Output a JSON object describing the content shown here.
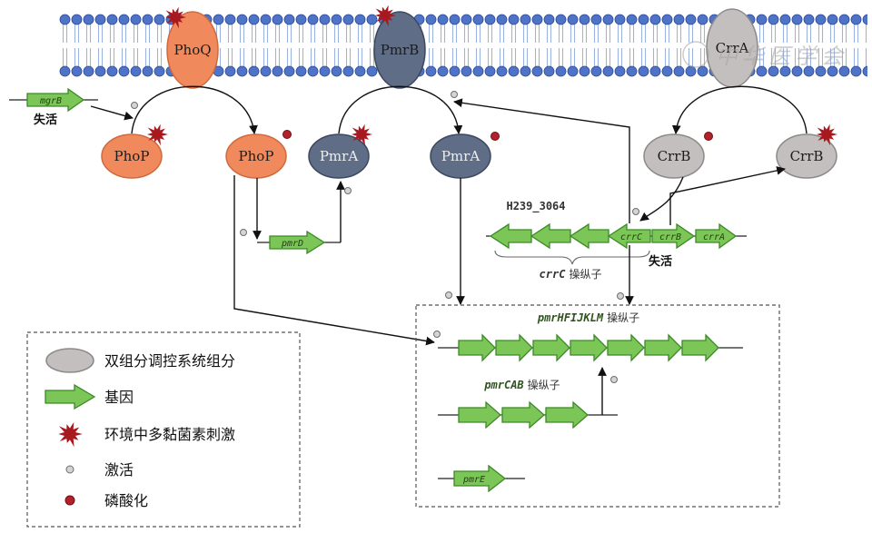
{
  "membrane": {
    "proteins": {
      "phoq": "PhoQ",
      "pmrb": "PmrB",
      "crra": "CrrA"
    }
  },
  "cytoplasm": {
    "phop": "PhoP",
    "pmra": "PmrA",
    "crrb": "CrrB"
  },
  "genes": {
    "mgrb": "mgrB",
    "pmrd": "pmrD",
    "crrc": "crrC",
    "crrb": "crrB",
    "crra": "crrA",
    "pmre": "pmrE"
  },
  "labels": {
    "inactivated": "失活",
    "locus": "H239_3064",
    "operon_word": "操纵子",
    "crrc_operon": "crrC",
    "pmrh_operon": "pmrHFIJKLM",
    "pmrc_operon": "pmrCAB"
  },
  "legend": [
    {
      "icon": "tcs-component-ellipse",
      "label": "双组分调控系统组分"
    },
    {
      "icon": "gene-arrow",
      "label": "基因"
    },
    {
      "icon": "polymyxin-burst",
      "label": "环境中多黏菌素刺激"
    },
    {
      "icon": "activation-dot",
      "label": "激活"
    },
    {
      "icon": "phosphorylation-dot",
      "label": "磷酸化"
    }
  ],
  "watermark": "中华医学会",
  "colors": {
    "phoq": "#f08a5c",
    "phoq_stroke": "#cf6a3f",
    "pmr": "#5f6d86",
    "pmr_stroke": "#3c4860",
    "crr": "#c3bfbf",
    "crr_stroke": "#8d8989",
    "gene": "#7cc557",
    "gene_stroke": "#3b8a26",
    "stimulus": "#a8191f",
    "activation": "#d4d4d4",
    "phospho": "#b3222a",
    "lipid_head": "#4f73c6",
    "lipid_tail": "#9db3df"
  }
}
